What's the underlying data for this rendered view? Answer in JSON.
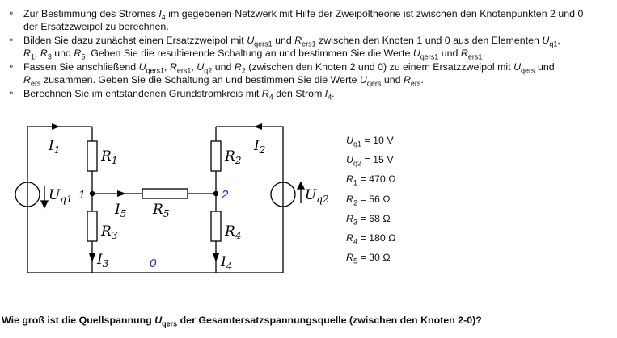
{
  "tasks": [
    {
      "bullet": "∘",
      "line1_a": "Zur Bestimmung des Stromes ",
      "line1_sym": "I",
      "line1_sub": "4",
      "line1_b": " im gegebenen Netzwerk mit Hilfe der Zweipoltheorie ist zwischen den Knotenpunkten 2 und 0",
      "line2": "der Ersatzzweipol zu berechnen."
    },
    {
      "bullet": "∘",
      "p1": "Bilden Sie dazu zunächst einen Ersatzzweipol mit ",
      "s1": "U",
      "s1sub": "qers1",
      "p2": " und ",
      "s2": "R",
      "s2sub": "ers1",
      "p3": " zwischen den Knoten 1 und 0 aus den Elementen ",
      "s3": "U",
      "s3sub": "q1",
      "p4": ",",
      "s4": "R",
      "s4sub": "1",
      "p5": ", ",
      "s5": "R",
      "s5sub": "3",
      "p6": " und ",
      "s6": "R",
      "s6sub": "5",
      "p7": ". Geben Sie die resultierende Schaltung an und bestimmen Sie die Werte ",
      "s7": "U",
      "s7sub": "qers1",
      "p8": " und ",
      "s8": "R",
      "s8sub": "ers1",
      "p9": "."
    },
    {
      "bullet": "∘",
      "p1": "Fassen Sie anschließend ",
      "s1": "U",
      "s1sub": "qers1",
      "p2": ", ",
      "s2": "R",
      "s2sub": "ers1",
      "p3": ", ",
      "s3": "U",
      "s3sub": "q2",
      "p4": " und ",
      "s4": "R",
      "s4sub": "2",
      "p5": " (zwischen den Knoten 2 und 0) zu einem Ersatzzweipol mit ",
      "s5": "U",
      "s5sub": "qers",
      "p6": " und",
      "s6": "R",
      "s6sub": "ers",
      "p7": " zusammen. Geben Sie die Schaltung an und bestimmen Sie die Werte ",
      "s7": "U",
      "s7sub": "qers",
      "p8": " und ",
      "s8": "R",
      "s8sub": "ers",
      "p9": "."
    },
    {
      "bullet": "∘",
      "p1": "Berechnen Sie im entstandenen Grundstromkreis mit ",
      "s1": "R",
      "s1sub": "4",
      "p2": " den Strom ",
      "s2": "I",
      "s2sub": "4",
      "p3": "."
    }
  ],
  "circuit": {
    "labels": {
      "I1": "I",
      "I1sub": "1",
      "I2": "I",
      "I2sub": "2",
      "I3": "I",
      "I3sub": "3",
      "I4": "I",
      "I4sub": "4",
      "I5": "I",
      "I5sub": "5",
      "R1": "R",
      "R1sub": "1",
      "R2": "R",
      "R2sub": "2",
      "R3": "R",
      "R3sub": "3",
      "R4": "R",
      "R4sub": "4",
      "R5": "R",
      "R5sub": "5",
      "Uq1": "U",
      "Uq1sub": "q1",
      "Uq2": "U",
      "Uq2sub": "q2",
      "node1": "1",
      "node2": "2",
      "node0": "0"
    },
    "node_color": "#3b14d6"
  },
  "values": [
    {
      "sym": "U",
      "sub": "q1",
      "text": " = 10 V"
    },
    {
      "sym": "U",
      "sub": "q2",
      "text": " = 15 V"
    },
    {
      "sym": "R",
      "sub": "1",
      "text": " = 470 Ω"
    },
    {
      "sym": "R",
      "sub": "2",
      "text": " = 56 Ω"
    },
    {
      "sym": "R",
      "sub": "3",
      "text": " = 68 Ω"
    },
    {
      "sym": "R",
      "sub": "4",
      "text": " = 180 Ω"
    },
    {
      "sym": "R",
      "sub": "5",
      "text": " = 30 Ω"
    }
  ],
  "question": {
    "p1": "Wie groß ist die Quellspannung ",
    "sym": "U",
    "sub": "qers",
    "p2": " der Gesamtersatzspannungsquelle (zwischen den Knoten 2-0)?"
  }
}
